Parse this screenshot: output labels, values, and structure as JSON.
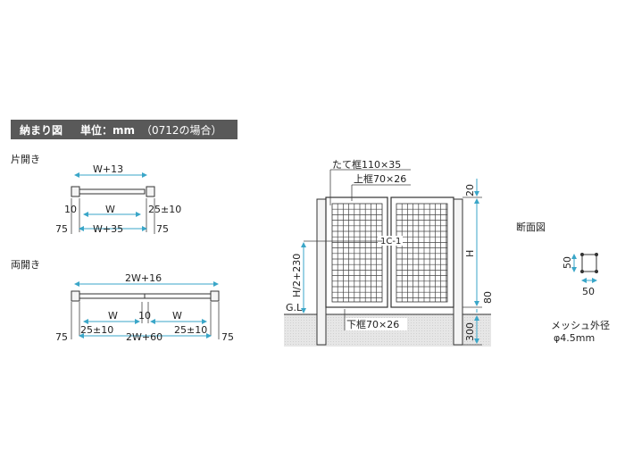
{
  "header": {
    "title": "納まり図",
    "unit": "単位：mm",
    "note": "（0712の場合）"
  },
  "single_swing": {
    "label": "片開き",
    "top_dim": "W+13",
    "left_dim": "10",
    "middle_dim": "W",
    "right_dim": "25±10",
    "bottom_left": "75",
    "bottom_middle": "W+35",
    "bottom_right": "75"
  },
  "double_swing": {
    "label": "両開き",
    "top_dim": "2W+16",
    "w_left": "W",
    "center_dim": "10",
    "w_right": "W",
    "gap_left": "25±10",
    "bottom_middle": "2W+60",
    "gap_right": "25±10",
    "bottom_left": "75",
    "bottom_right": "75"
  },
  "elevation": {
    "vertical_frame": "たて框110×35",
    "upper_frame": "上框70×26",
    "lower_frame": "下框70×26",
    "ground_label": "G.L",
    "height_label": "H/2+230",
    "dim_top": "20",
    "dim_h": "H",
    "dim_80": "80",
    "dim_300": "300",
    "lock_label": "1C-1"
  },
  "section": {
    "label": "断面図",
    "dim_h": "50",
    "dim_w": "50",
    "mesh_label": "メッシュ外径",
    "mesh_dia": "φ4.5mm"
  }
}
